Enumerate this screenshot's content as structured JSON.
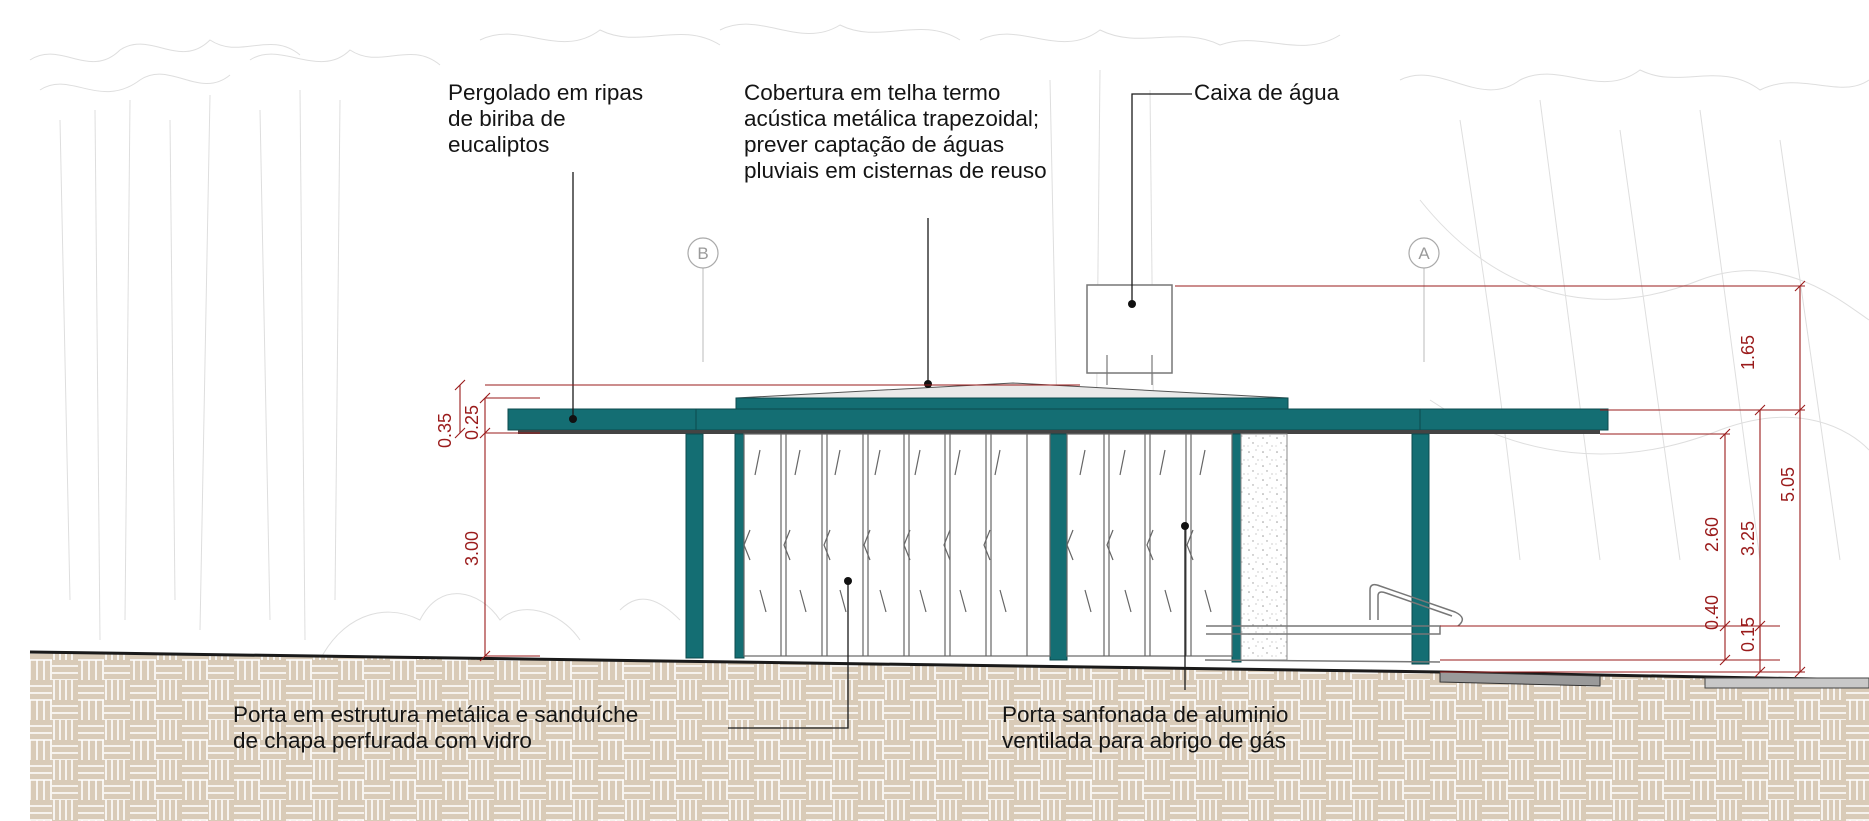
{
  "annotations": {
    "pergolado": "Pergolado em ripas\nde biriba de\neucaliptos",
    "cobertura": "Cobertura em telha termo\nacústica metálica trapezoidal;\nprever captação de águas\npluviais em cisternas de reuso",
    "caixa_agua": "Caixa de água",
    "porta_metalica": "Porta em estrutura metálica e sanduíche\nde chapa perfurada com vidro",
    "porta_sanfonada": "Porta sanfonada de aluminio\nventilada para abrigo de gás"
  },
  "axes": {
    "a": "A",
    "b": "B"
  },
  "dimensions": {
    "left_035": "0.35",
    "left_025": "0.25",
    "left_300": "3.00",
    "right_260": "2.60",
    "right_325": "3.25",
    "right_505": "5.05",
    "right_165": "1.65",
    "right_040": "0.40",
    "right_015": "0.15"
  },
  "colors": {
    "structure": "#146e73",
    "dimension": "#9a1b1b",
    "ground_fill": "#d9cbb8",
    "ground_pattern": "#ffffff",
    "tree_sketch": "#dddddd"
  }
}
